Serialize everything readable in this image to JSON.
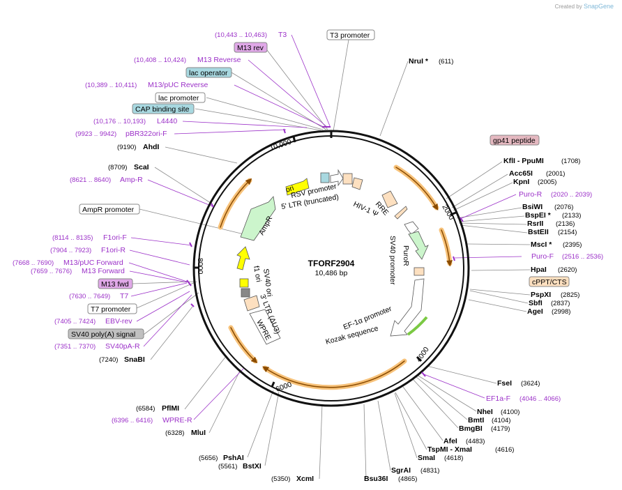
{
  "credit": {
    "prefix": "Created by",
    "brand": "SnapGene"
  },
  "plasmid": {
    "name": "TFORF2904",
    "size": "10,486 bp"
  },
  "ticks": [
    "10,000",
    "2000",
    "4000",
    "6000",
    "8000"
  ],
  "enzymes_right": [
    {
      "name": "NruI *",
      "pos": "(611)"
    },
    {
      "name": "KflI  - PpuMI",
      "pos": "(1708)"
    },
    {
      "name": "Acc65I",
      "pos": "(2001)"
    },
    {
      "name": "KpnI",
      "pos": "(2005)"
    },
    {
      "name": "BsiWI",
      "pos": "(2076)"
    },
    {
      "name": "BspEI *",
      "pos": "(2133)"
    },
    {
      "name": "RsrII",
      "pos": "(2136)"
    },
    {
      "name": "BstEII",
      "pos": "(2154)"
    },
    {
      "name": "MscI *",
      "pos": "(2395)"
    },
    {
      "name": "HpaI",
      "pos": "(2620)"
    },
    {
      "name": "PspXI",
      "pos": "(2825)"
    },
    {
      "name": "SbfI",
      "pos": "(2837)"
    },
    {
      "name": "AgeI",
      "pos": "(2998)"
    },
    {
      "name": "FseI",
      "pos": "(3624)"
    },
    {
      "name": "NheI",
      "pos": "(4100)"
    },
    {
      "name": "BmtI",
      "pos": "(4104)"
    },
    {
      "name": "BmgBI",
      "pos": "(4179)"
    },
    {
      "name": "AfeI",
      "pos": "(4483)"
    },
    {
      "name": "TspMI  - XmaI",
      "pos": "(4616)"
    },
    {
      "name": "SmaI",
      "pos": "(4618)"
    },
    {
      "name": "SgrAI",
      "pos": "(4831)"
    },
    {
      "name": "Bsu36I",
      "pos": "(4865)"
    }
  ],
  "enzymes_left": [
    {
      "name": "AhdI",
      "pos": "(9190)"
    },
    {
      "name": "ScaI",
      "pos": "(8709)"
    },
    {
      "name": "SnaBI",
      "pos": "(7240)"
    },
    {
      "name": "PflMI",
      "pos": "(6584)"
    },
    {
      "name": "MluI",
      "pos": "(6328)"
    },
    {
      "name": "PshAI",
      "pos": "(5656)"
    },
    {
      "name": "BstXI",
      "pos": "(5561)"
    },
    {
      "name": "XcmI",
      "pos": "(5350)"
    }
  ],
  "primers_right": [
    {
      "name": "Puro-R",
      "pos": "(2020 .. 2039)"
    },
    {
      "name": "Puro-F",
      "pos": "(2516 .. 2536)"
    },
    {
      "name": "EF1a-F",
      "pos": "(4046 .. 4066)"
    }
  ],
  "primers_left": [
    {
      "name": "T3",
      "pos": "(10,443 .. 10,463)"
    },
    {
      "name": "M13 Reverse",
      "pos": "(10,408 .. 10,424)"
    },
    {
      "name": "M13/pUC Reverse",
      "pos": "(10,389 .. 10,411)"
    },
    {
      "name": "L4440",
      "pos": "(10,176 .. 10,193)"
    },
    {
      "name": "pBR322ori-F",
      "pos": "(9923 .. 9942)"
    },
    {
      "name": "Amp-R",
      "pos": "(8621 .. 8640)"
    },
    {
      "name": "F1ori-F",
      "pos": "(8114 .. 8135)"
    },
    {
      "name": "F1ori-R",
      "pos": "(7904 .. 7923)"
    },
    {
      "name": "M13/pUC Forward",
      "pos": "(7668 .. 7690)"
    },
    {
      "name": "M13 Forward",
      "pos": "(7659 .. 7676)"
    },
    {
      "name": "T7",
      "pos": "(7630 .. 7649)"
    },
    {
      "name": "EBV-rev",
      "pos": "(7405 .. 7424)"
    },
    {
      "name": "SV40pA-R",
      "pos": "(7351 .. 7370)"
    },
    {
      "name": "WPRE-R",
      "pos": "(6396 .. 6416)"
    }
  ],
  "boxes": {
    "t3_promoter": "T3 promoter",
    "m13_rev": "M13 rev",
    "lac_operator": "lac operator",
    "lac_promoter": "lac promoter",
    "cap_site": "CAP binding site",
    "gp41": "gp41 peptide",
    "cppt": "cPPT/CTS",
    "ampr_promoter": "AmpR promoter",
    "m13_fwd": "M13 fwd",
    "t7_promoter": "T7 promoter",
    "sv40_polya": "SV40 poly(A) signal"
  },
  "features": {
    "rsv": "RSV promoter",
    "ltr5": "5' LTR (truncated)",
    "hiv": "HIV-1 Ψ",
    "rre": "RRE",
    "ori": "ori",
    "ampr": "AmpR",
    "puror": "PuroR",
    "sv40_promoter": "SV40 promoter",
    "f1ori": "f1 ori",
    "sv40ori": "SV40 ori",
    "ltr3": "3' LTR (ΔU3)",
    "wpre": "WPRE",
    "ef1a": "EF-1α promoter",
    "kozak": "Kozak sequence"
  },
  "colors": {
    "primer": "#9b30c8",
    "ori": "#ffff00",
    "ampr": "#ccf5cc",
    "orf": "#e8a530",
    "feature_peach": "#fde0c0",
    "box_blue": "#a8d8e0",
    "box_purple": "#e0a8e8",
    "box_gray": "#c0c0c0"
  }
}
